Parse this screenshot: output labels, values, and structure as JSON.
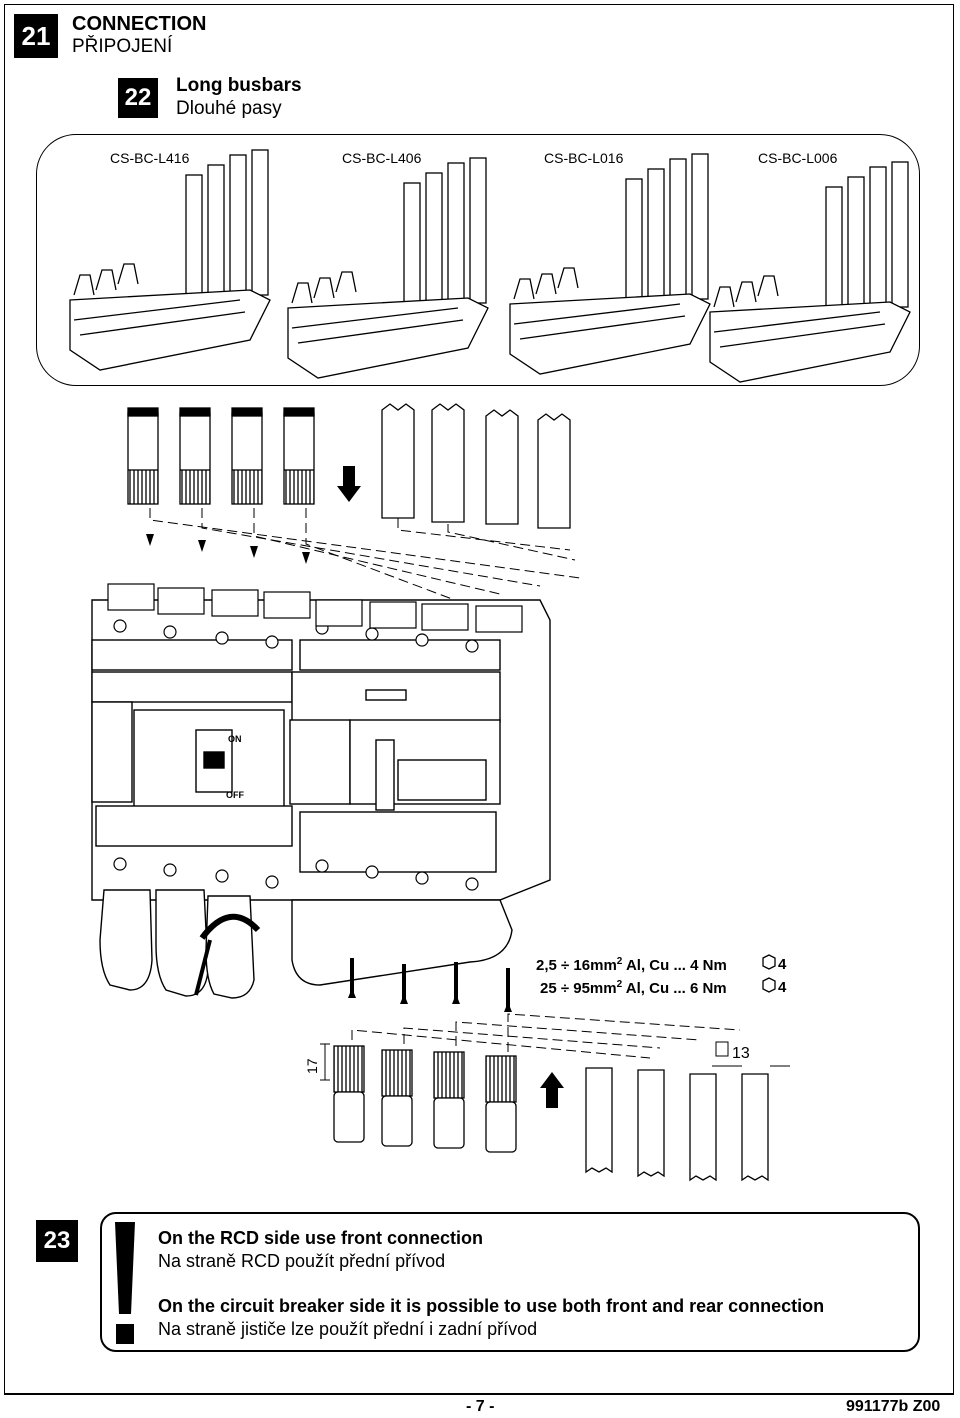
{
  "step21": {
    "number": "21",
    "title": "CONNECTION",
    "subtitle": "PŘIPOJENÍ"
  },
  "step22": {
    "number": "22",
    "title": "Long busbars",
    "subtitle": "Dlouhé pasy"
  },
  "busbar_codes": [
    "CS-BC-L416",
    "CS-BC-L406",
    "CS-BC-L016",
    "CS-BC-L006"
  ],
  "specs": {
    "line1_range": "2,5 ÷ 16mm",
    "line1_sup": "2",
    "line1_rest": " Al, Cu ... 4 Nm",
    "line1_key": "4",
    "line2_range": "25 ÷ 95mm",
    "line2_sup": "2",
    "line2_rest": " Al, Cu ... 6 Nm",
    "line2_key": "4"
  },
  "dims": {
    "strip": "17",
    "width": "13"
  },
  "switch_labels": {
    "on": "ON",
    "off": "OFF"
  },
  "step23": {
    "number": "23",
    "alert_icon": "exclamation-icon",
    "line1": "On the RCD side use front connection",
    "line2": "Na straně RCD použít přední přívod",
    "line3": "On the circuit breaker side it is possible to use both front and rear connection",
    "line4": "Na straně jističe lze použít přední i zadní přívod"
  },
  "footer": {
    "page": "- 7 -",
    "doc_code": "991177b  Z00"
  }
}
